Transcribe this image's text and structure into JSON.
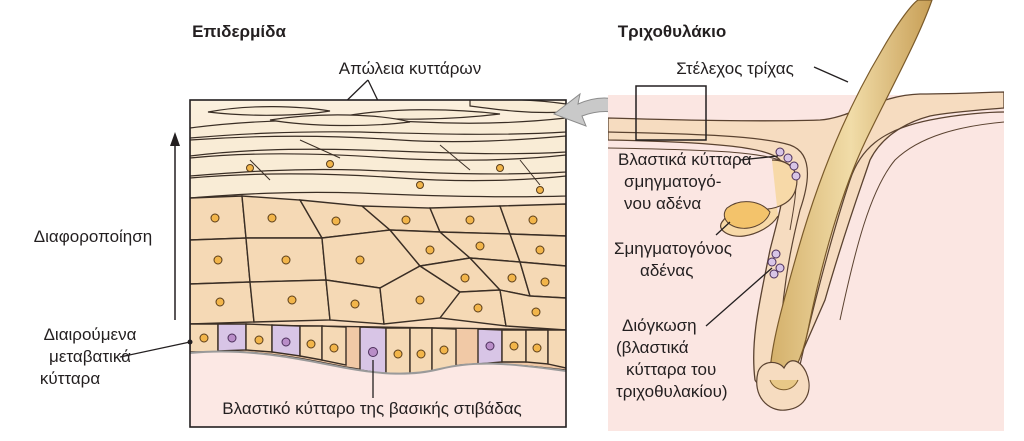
{
  "titles": {
    "epidermis": "Επιδερμίδα",
    "follicle": "Τριχοθυλάκιο"
  },
  "labels": {
    "cell_loss": "Απώλεια κυττάρων",
    "differentiation": "Διαφοροποίηση",
    "dividing_line1": "Διαιρούμενα",
    "dividing_line2": "μεταβατικά",
    "dividing_line3": "κύτταρα",
    "basal_stem": "Βλαστικό κύτταρο της βασικής στιβάδας",
    "hair_shaft": "Στέλεχος τρίχας",
    "seb_stem_line1": "Βλαστικά κύτταρα",
    "seb_stem_line2": "σμηγματογό-",
    "seb_stem_line3": "νου αδένα",
    "seb_gland_line1": "Σμηγματογόνος",
    "seb_gland_line2": "αδένας",
    "bulge_line1": "Διόγκωση",
    "bulge_line2": "(βλαστικά",
    "bulge_line3": "κύτταρα του",
    "bulge_line4": "τριχοθυλακίου)"
  },
  "colors": {
    "skin_pink": "#fbe6e2",
    "cell_peach": "#f5d9b5",
    "nucleus": "#f2b54a",
    "stem_cell": "#d8c5e6",
    "hair": "#e6c98a",
    "arrow_gray": "#c8c8c8"
  }
}
